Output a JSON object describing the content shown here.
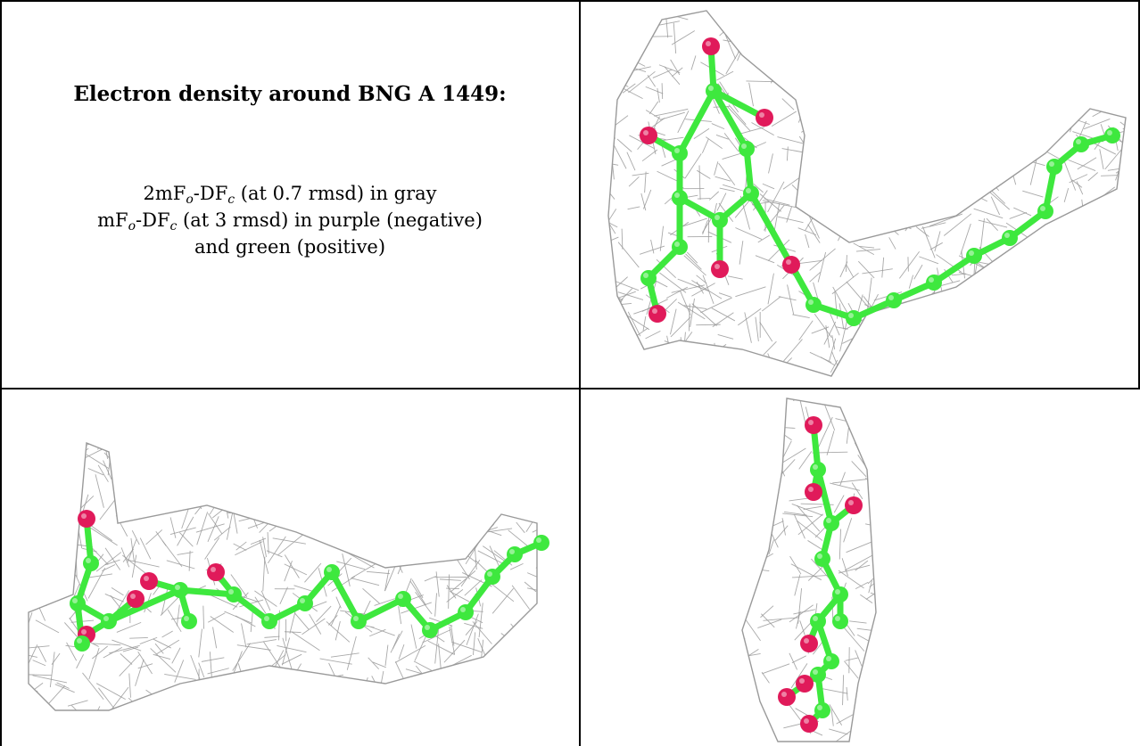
{
  "caption": {
    "title": "Electron density around BNG A 1449:",
    "line1": {
      "pre": "2mF",
      "sub1": "o",
      "mid": "-DF",
      "sub2": "c",
      "post": " (at 0.7 rmsd) in gray"
    },
    "line2": {
      "pre": "mF",
      "sub1": "o",
      "mid": "-DF",
      "sub2": "c",
      "post": " (at 3 rmsd) in purple (negative)"
    },
    "line3": "and green (positive)"
  },
  "colors": {
    "mesh": "#9a9a9a",
    "carbon": "#3ee83e",
    "oxygen": "#e01a5a",
    "border": "#000000"
  },
  "panels": [
    {
      "name": "top-right-view",
      "icon": "molecule-density-view"
    },
    {
      "name": "bottom-left-view",
      "icon": "molecule-density-view"
    },
    {
      "name": "bottom-right-view",
      "icon": "molecule-density-view"
    }
  ]
}
